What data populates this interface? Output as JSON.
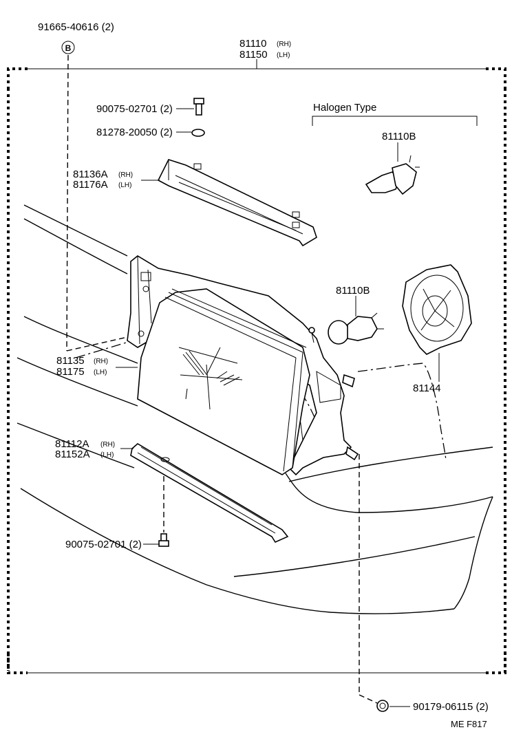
{
  "labels": {
    "p91665": "91665-40616 (2)",
    "marker_b": "B",
    "p81110": "81110",
    "p81110_side": "(RH)",
    "p81150": "81150",
    "p81150_side": "(LH)",
    "p90075_top": "90075-02701 (2)",
    "p81278": "81278-20050 (2)",
    "halogen_type": "Halogen Type",
    "p81110b_halogen": "81110B",
    "p81136a": "81136A",
    "p81136a_side": "(RH)",
    "p81176a": "81176A",
    "p81176a_side": "(LH)",
    "p81110b": "81110B",
    "p81135": "81135",
    "p81135_side": "(RH)",
    "p81175": "81175",
    "p81175_side": "(LH)",
    "p81144": "81144",
    "p81112a": "81112A",
    "p81112a_side": "(RH)",
    "p81152a": "81152A",
    "p81152a_side": "(LH)",
    "p90075_bottom": "90075-02701 (2)",
    "p90179": "90179-06115 (2)",
    "figure_code": "ME  F817"
  }
}
